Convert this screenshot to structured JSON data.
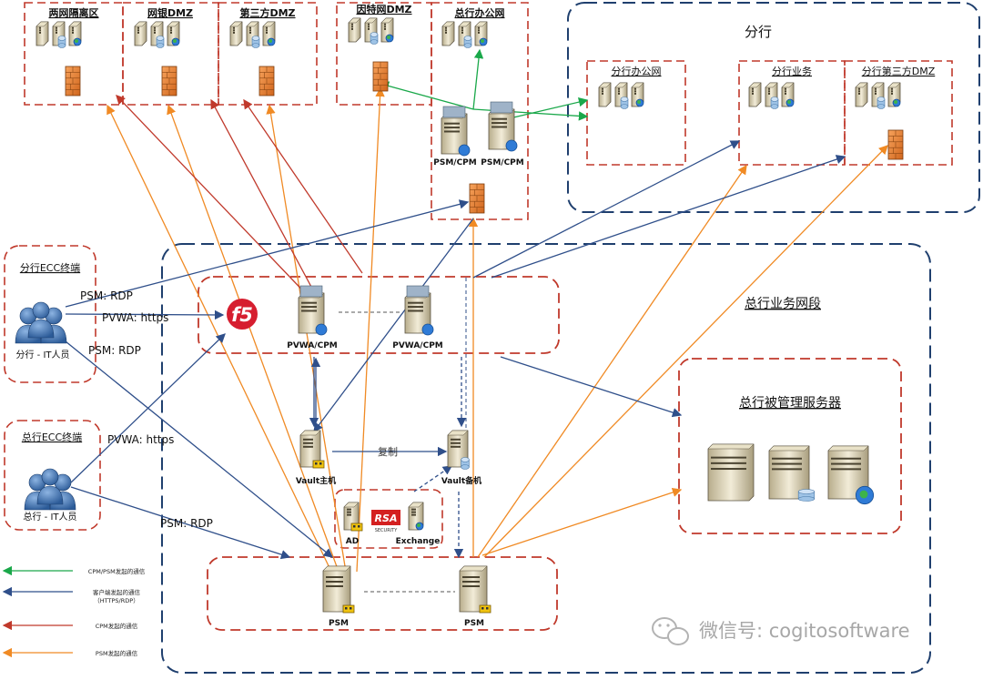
{
  "zones": {
    "isolation": "两网隔离区",
    "bank_dmz": "网银DMZ",
    "third_dmz": "第三方DMZ",
    "internet_dmz": "因特网DMZ",
    "hq_office": "总行办公网",
    "branch": "分行",
    "branch_office": "分行办公网",
    "branch_business": "分行业务",
    "branch_third_dmz": "分行第三方DMZ",
    "hq_business": "总行业务网段",
    "hq_managed_servers": "总行被管理服务器",
    "branch_ecc": "分行ECC终端",
    "hq_ecc": "总行ECC终端"
  },
  "nodes": {
    "psm_cpm_1": "PSM/CPM",
    "psm_cpm_2": "PSM/CPM",
    "pvwa_cpm_1": "PVWA/CPM",
    "pvwa_cpm_2": "PVWA/CPM",
    "vault_primary": "Vault主机",
    "vault_backup": "Vault备机",
    "ad": "AD",
    "exchange": "Exchange",
    "rsa_logo": "RSA",
    "rsa_sub": "SECURITY",
    "f5_logo": "f5",
    "psm_1": "PSM",
    "psm_2": "PSM",
    "branch_it": "分行 - IT人员",
    "hq_it": "总行 - IT人员"
  },
  "edge_labels": {
    "branch_psm_rdp_1": "PSM: RDP",
    "branch_pvwa": "PVWA: https",
    "branch_psm_rdp_2": "PSM: RDP",
    "hq_pvwa": "PVWA: https",
    "hq_psm_rdp": "PSM: RDP",
    "replicate": "复制"
  },
  "legend": [
    {
      "label": "CPM/PSM发起的通信",
      "color": "#1aa84a"
    },
    {
      "label": "客户端发起的通信（HTTPS/RDP）",
      "color": "#2f4f8a"
    },
    {
      "label": "CPM发起的通信",
      "color": "#c0392b"
    },
    {
      "label": "PSM发起的通信",
      "color": "#f08a24"
    }
  ],
  "watermark": "微信号: cogitosoftware",
  "colors": {
    "zone_red": "#c0392b",
    "zone_blue": "#1f3f6e",
    "green": "#1aa84a",
    "blue": "#2f4f8a",
    "red": "#c0392b",
    "orange": "#f08a24"
  }
}
